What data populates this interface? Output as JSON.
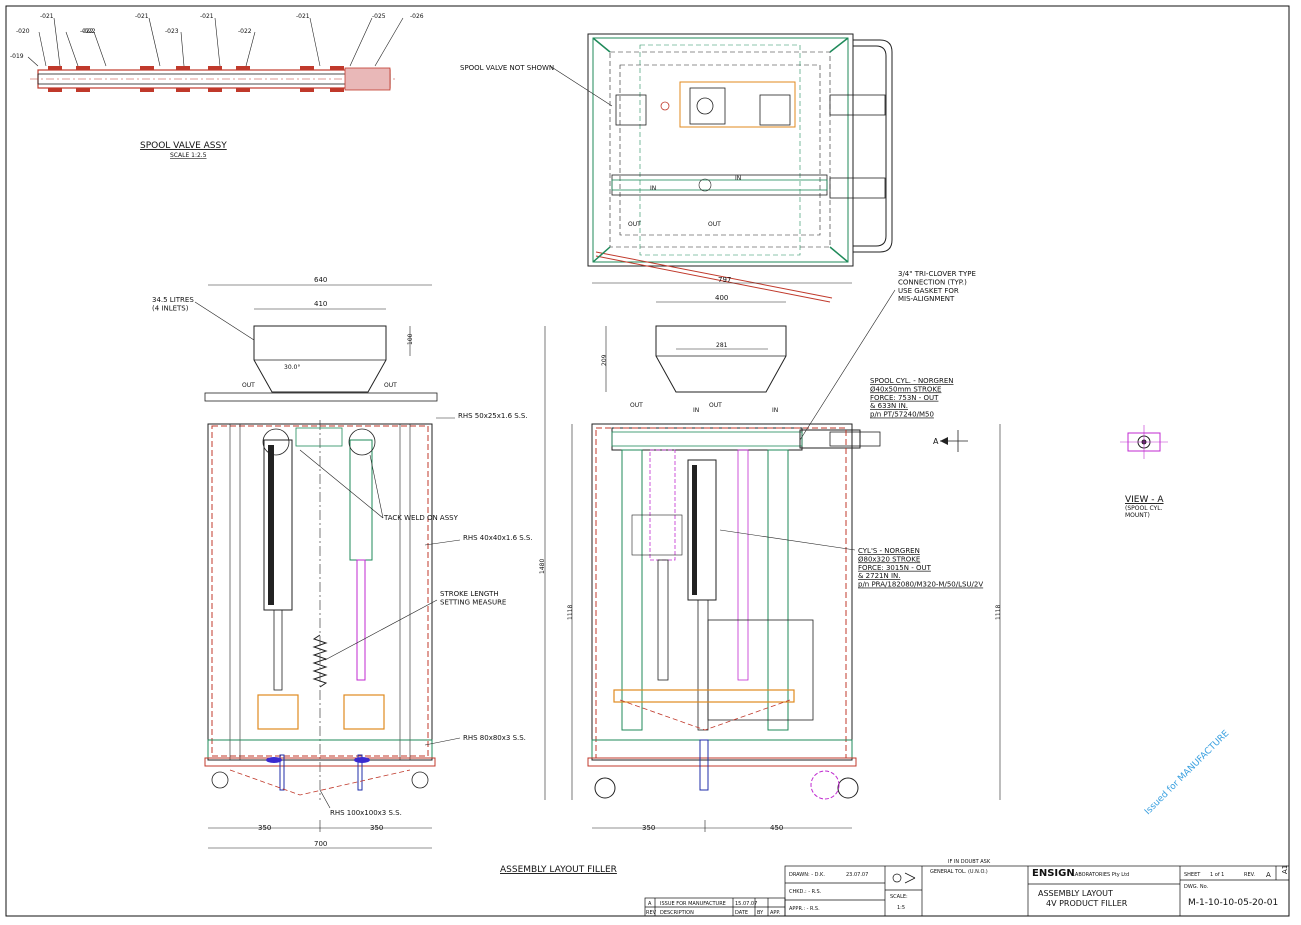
{
  "spool": {
    "title": "SPOOL VALVE ASSY",
    "scale": "SCALE 1:2.5",
    "balloons": [
      "-021",
      "-021",
      "-021",
      "-021",
      "-025",
      "-026",
      "-020",
      "-022",
      "-023",
      "-022",
      "-022",
      "-019"
    ]
  },
  "top_view": {
    "note": "SPOOL VALVE NOT SHOWN",
    "in1": "IN",
    "in2": "IN",
    "out1": "OUT",
    "out2": "OUT"
  },
  "left_view": {
    "dim_640": "640",
    "dim_410": "410",
    "dim_100": "100",
    "dim_30": "30.0°",
    "dim_350a": "350",
    "dim_350b": "350",
    "dim_700": "700",
    "hopper": "34.5 LITRES\n(4 INLETS)",
    "out1": "OUT",
    "out2": "OUT",
    "rhs50": "RHS 50x25x1.6 S.S.",
    "tack": "TACK WELD ON ASSY",
    "rhs40": "RHS 40x40x1.6 S.S.",
    "stroke": "STROKE LENGTH\nSETTING MEASURE",
    "rhs80": "RHS 80x80x3 S.S.",
    "rhs100": "RHS 100x100x3 S.S."
  },
  "right_view": {
    "dim_797": "797",
    "dim_400": "400",
    "dim_281": "281",
    "dim_209": "209",
    "dim_1480": "1480",
    "dim_1118a": "1118",
    "dim_1118b": "1118",
    "dim_350": "350",
    "dim_450": "450",
    "out1": "OUT",
    "in1": "IN",
    "out2": "OUT",
    "in2": "IN",
    "triclover": "3/4\" TRI-CLOVER TYPE\nCONNECTION (TYP.)\nUSE GASKET FOR\nMIS-ALIGNMENT",
    "spool_cyl": "SPOOL CYL. - NORGREN\nØ40x50mm STROKE\nFORCE: 753N - OUT\n& 633N IN.\np/n PT/57240/M50",
    "cyls": "CYL'S - NORGREN\nØ80x320 STROKE\nFORCE: 3015N - OUT\n& 2721N IN.\np/n PRA/182080/M320-M/50/LSU/2V",
    "view_a_marker": "A"
  },
  "view_a": {
    "title": "VIEW - A",
    "sub": "(SPOOL CYL.\nMOUNT)"
  },
  "stamp": "Issued for MANUFACTURE",
  "main_title": "ASSEMBLY LAYOUT FILLER",
  "title_block": {
    "drawn_lbl": "DRAWN: - D.K.",
    "drawn_date": "23.07.07",
    "chkd_lbl": "CHKD.: - R.S.",
    "appr_lbl": "APPR.: - R.S.",
    "scale_lbl": "SCALE:",
    "scale_val": "1:5",
    "rev_row_a": "A",
    "rev_desc": "ISSUE FOR MANUFACTURE",
    "rev_date": "15.07.07",
    "rev_h1": "REV",
    "rev_h2": "DESCRIPTION",
    "rev_h3": "DATE",
    "rev_h4": "BY",
    "rev_h5": "APP.",
    "tol_head": "IF IN DOUBT ASK",
    "tol_sub": "GENERAL TOL. (U.N.O.)",
    "company": "ENSIGN",
    "company_sub": "LABORATORIES Pty Ltd",
    "title1": "ASSEMBLY LAYOUT",
    "title2": "4V PRODUCT FILLER",
    "sheet_lbl": "SHEET",
    "sheet_val": "1 of 1",
    "rev_lbl": "REV.",
    "rev_val": "A",
    "size": "A1",
    "dwg_lbl": "DWG. No.",
    "dwg_no": "M-1-10-10-05-20-01"
  }
}
